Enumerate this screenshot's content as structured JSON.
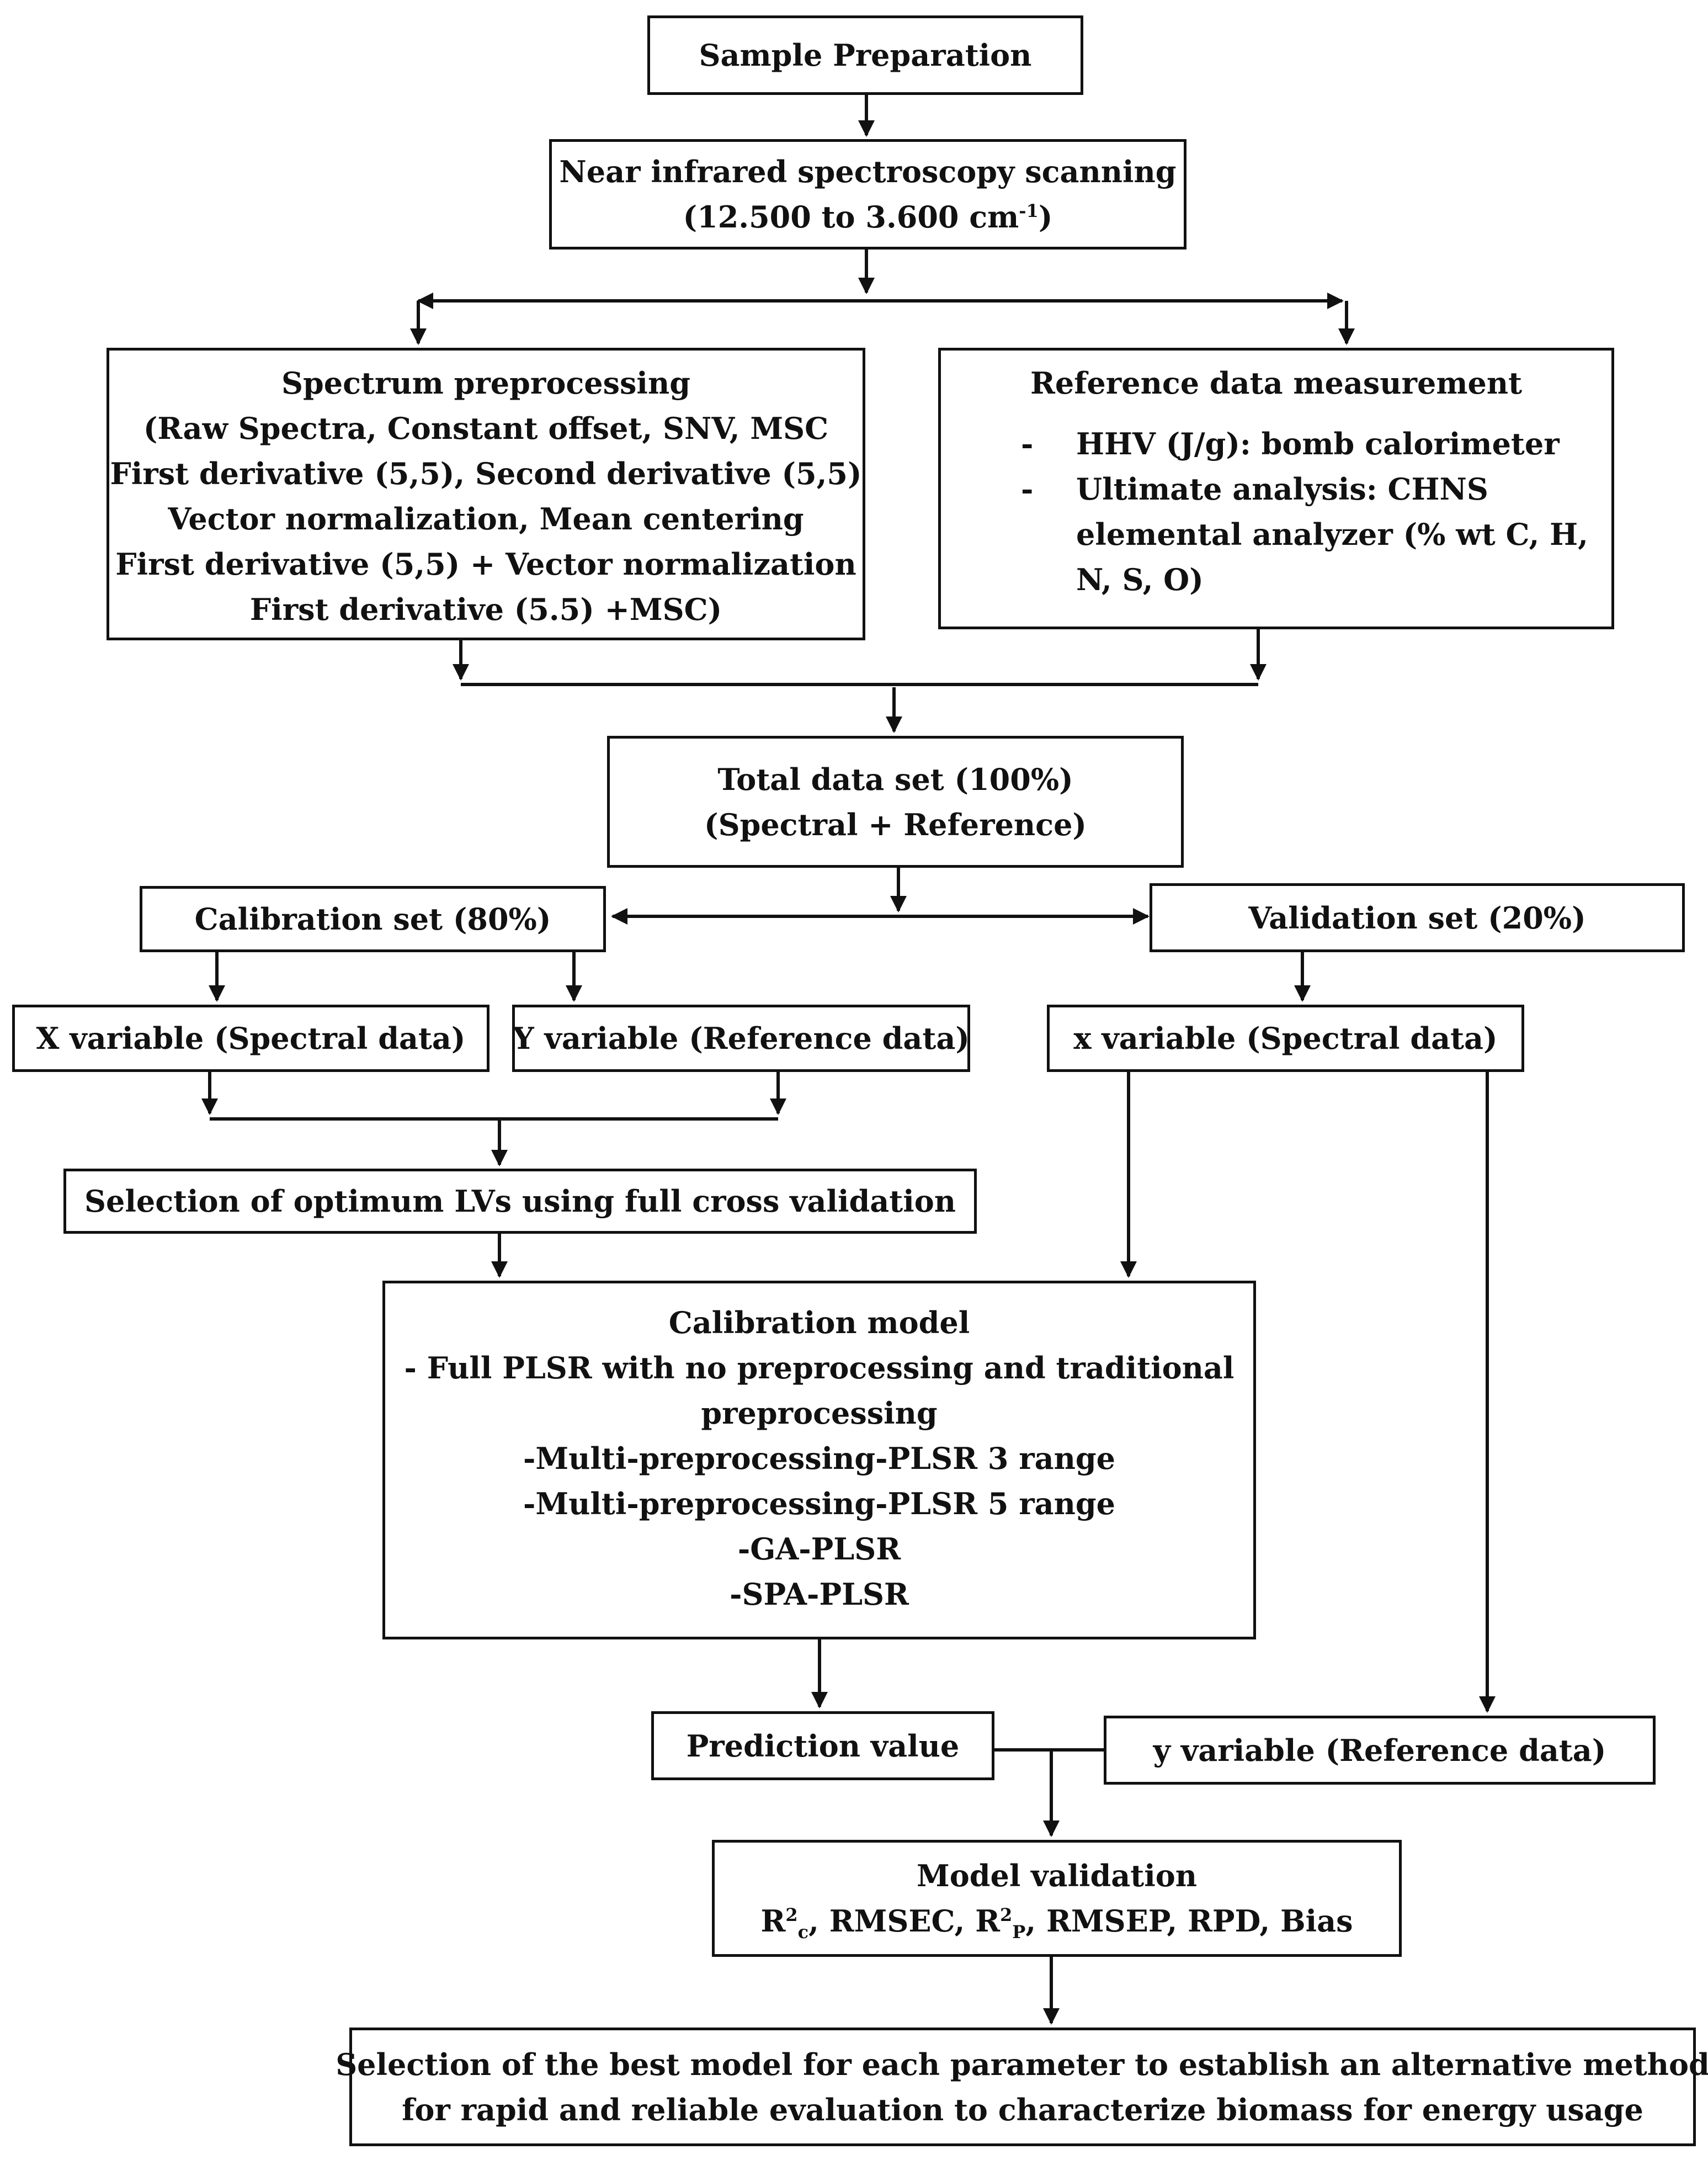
{
  "flowchart": {
    "sample_preparation": "Sample Preparation",
    "nir_scanning": {
      "line1": "Near infrared spectroscopy scanning",
      "line2_pre": "(12.500 to 3.600 cm",
      "line2_sup": "-1",
      "line2_post": ")"
    },
    "spectrum_preprocessing": {
      "title": "Spectrum preprocessing",
      "lines": [
        "(Raw Spectra, Constant offset, SNV, MSC",
        "First derivative (5,5), Second derivative (5,5)",
        "Vector normalization, Mean centering",
        "First derivative (5,5) + Vector normalization",
        "First derivative (5.5) +MSC)"
      ]
    },
    "reference_measurement": {
      "title": "Reference data measurement",
      "bullet_mark": "-",
      "item1": "HHV (J/g): bomb calorimeter",
      "item2_line1": "Ultimate analysis: CHNS",
      "item2_line2": "elemental analyzer (% wt C, H,",
      "item2_line3": "N, S, O)"
    },
    "total_data_set": {
      "line1": "Total data set (100%)",
      "line2": "(Spectral + Reference)"
    },
    "calibration_set": "Calibration set (80%)",
    "validation_set": "Validation set (20%)",
    "x_variable_calibration": "X variable (Spectral data)",
    "y_variable_calibration": "Y variable (Reference data)",
    "x_variable_validation": "x variable (Spectral data)",
    "lv_selection": "Selection of optimum LVs using full cross validation",
    "calibration_model": {
      "title": "Calibration model",
      "lines": [
        "- Full PLSR with no preprocessing and traditional",
        "preprocessing",
        "-Multi-preprocessing-PLSR 3 range",
        "-Multi-preprocessing-PLSR 5 range",
        "-GA-PLSR",
        "-SPA-PLSR"
      ]
    },
    "prediction_value": "Prediction value",
    "y_variable_validation": "y variable (Reference data)",
    "model_validation": {
      "title": "Model validation",
      "r2c_base": "R",
      "r2c_sup": "2",
      "r2c_sub": "c",
      "rmsec": ", RMSEC, R",
      "r2p_sup": "2",
      "r2p_sub": "P",
      "rest": ", RMSEP, RPD, Bias"
    },
    "best_model": {
      "line1": "Selection of the best model for each parameter to establish an alternative method",
      "line2": "for rapid and reliable evaluation to characterize biomass for energy usage"
    }
  }
}
